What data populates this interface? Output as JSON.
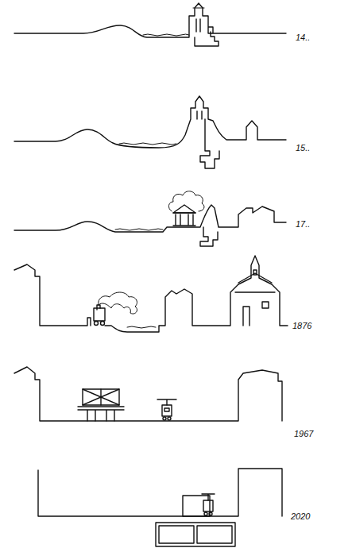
{
  "diagram": {
    "labels": [
      "14..",
      "15..",
      "17..",
      "1876",
      "1967",
      "2020"
    ]
  }
}
